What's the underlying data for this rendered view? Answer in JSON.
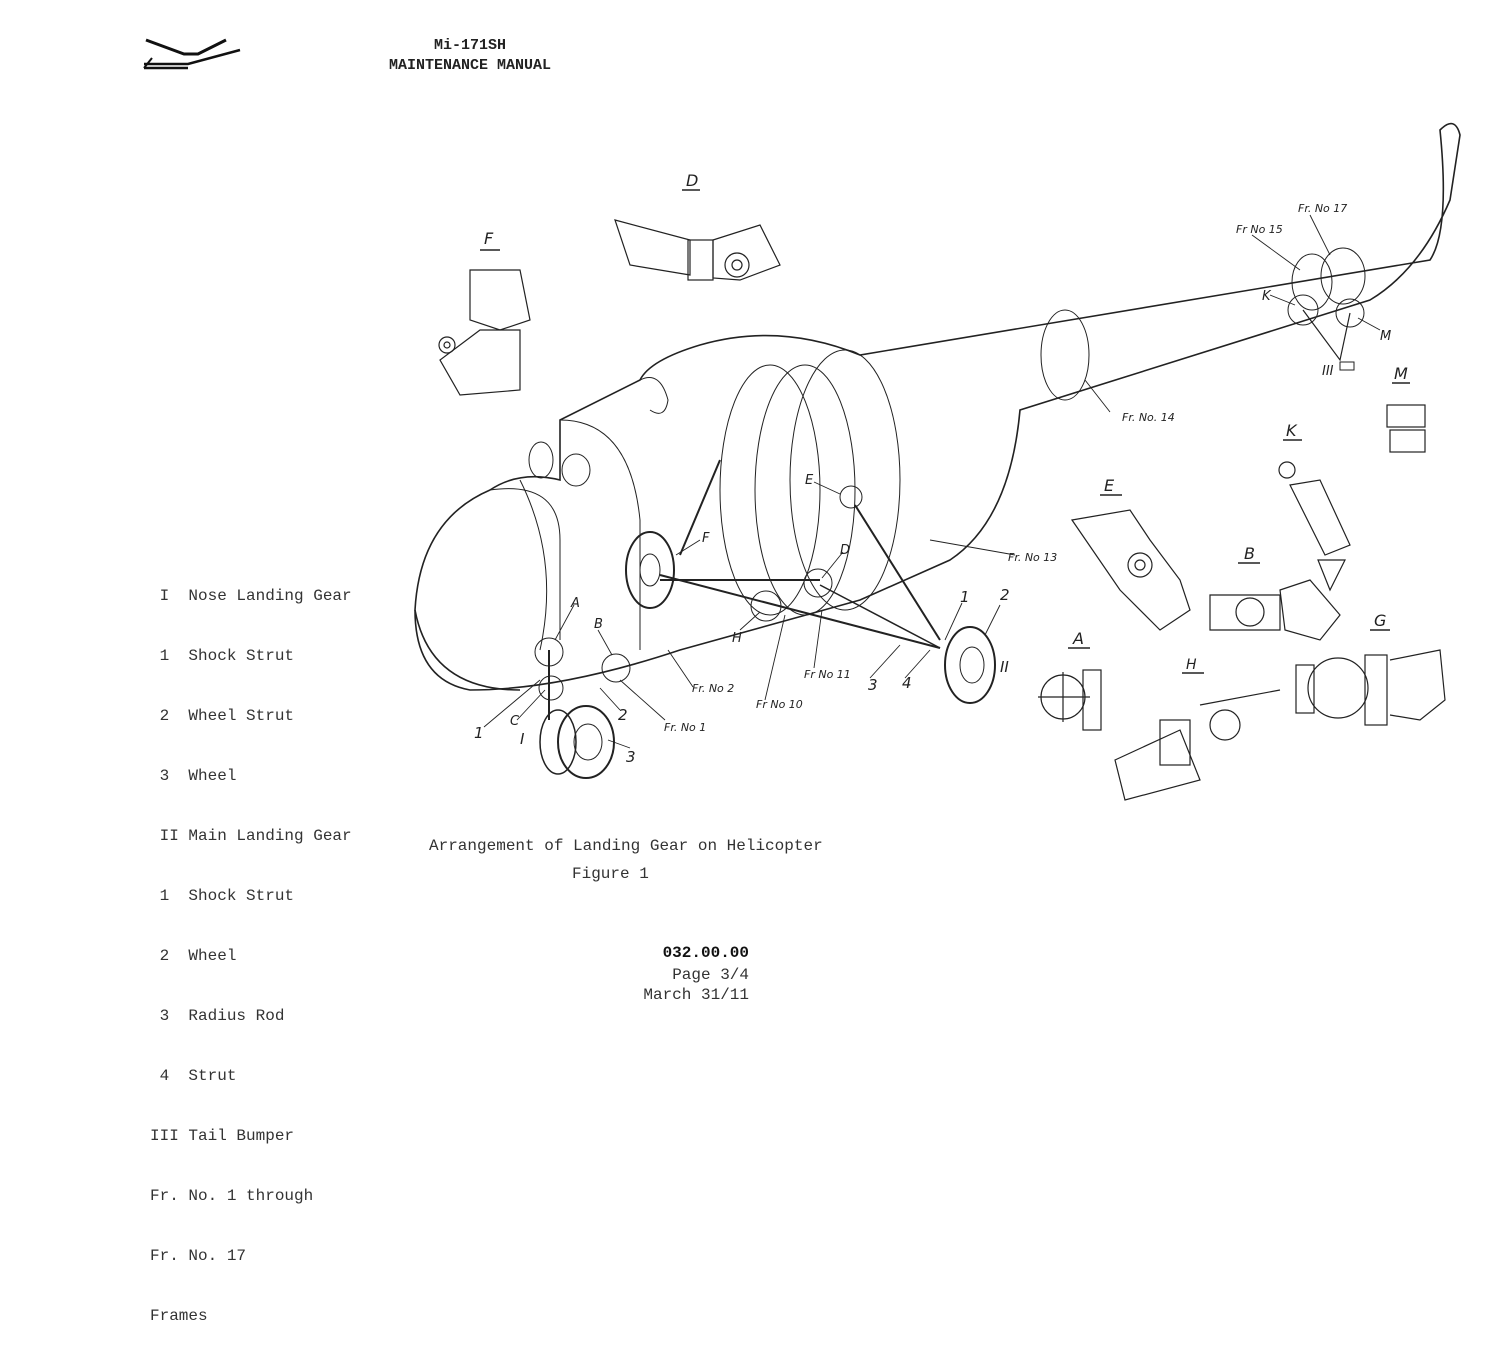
{
  "header": {
    "title": "Mi-171SH",
    "subtitle": "MAINTENANCE MANUAL"
  },
  "legend": [
    " I  Nose Landing Gear",
    " 1  Shock Strut",
    " 2  Wheel Strut",
    " 3  Wheel",
    " II Main Landing Gear",
    " 1  Shock Strut",
    " 2  Wheel",
    " 3  Radius Rod",
    " 4  Strut",
    "III Tail Bumper",
    "Fr. No. 1 through",
    "Fr. No. 17",
    "Frames"
  ],
  "drawing_labels": {
    "detail_F": "F",
    "detail_D": "D",
    "detail_M": "M",
    "detail_K": "K",
    "detail_E": "E",
    "detail_B": "B",
    "detail_G": "G",
    "detail_A": "A",
    "detail_H": "H",
    "fr15": "Fr No 15",
    "fr17": "Fr. No 17",
    "fr14": "Fr. No. 14",
    "fr13": "Fr. No 13",
    "fr11": "Fr No 11",
    "fr10": "Fr No 10",
    "fr2": "Fr. No 2",
    "fr1": "Fr. No 1",
    "callout_K": "K",
    "callout_M": "M",
    "callout_III": "III",
    "callout_E": "E",
    "callout_D": "D",
    "callout_F": "F",
    "callout_H": "H",
    "callout_A": "A",
    "callout_B": "B",
    "callout_C": "C",
    "num_1_nose": "1",
    "num_I": "I",
    "num_2_nose": "2",
    "num_3_nose": "3",
    "num_1_main": "1",
    "num_2_main": "2",
    "num_3_main": "3",
    "num_4_main": "4",
    "num_II": "II"
  },
  "caption": {
    "title": "Arrangement of Landing Gear on Helicopter",
    "figure": "Figure 1"
  },
  "footer": {
    "doc_number": "032.00.00",
    "page": "Page 3/4",
    "date": "March 31/11"
  }
}
